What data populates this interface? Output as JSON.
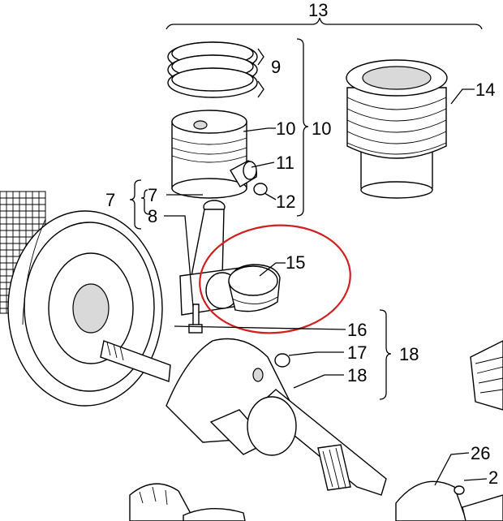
{
  "diagram": {
    "callouts": {
      "c13": "13",
      "c9": "9",
      "c14": "14",
      "c10a": "10",
      "c10b": "10",
      "c11": "11",
      "c12": "12",
      "c7a": "7",
      "c7b": "7",
      "c8": "8",
      "c15": "15",
      "c16": "16",
      "c17": "17",
      "c18a": "18",
      "c18b": "18",
      "c26": "26",
      "c2": "2"
    },
    "highlight_color": "#d11f1f",
    "line_color": "#000000"
  }
}
